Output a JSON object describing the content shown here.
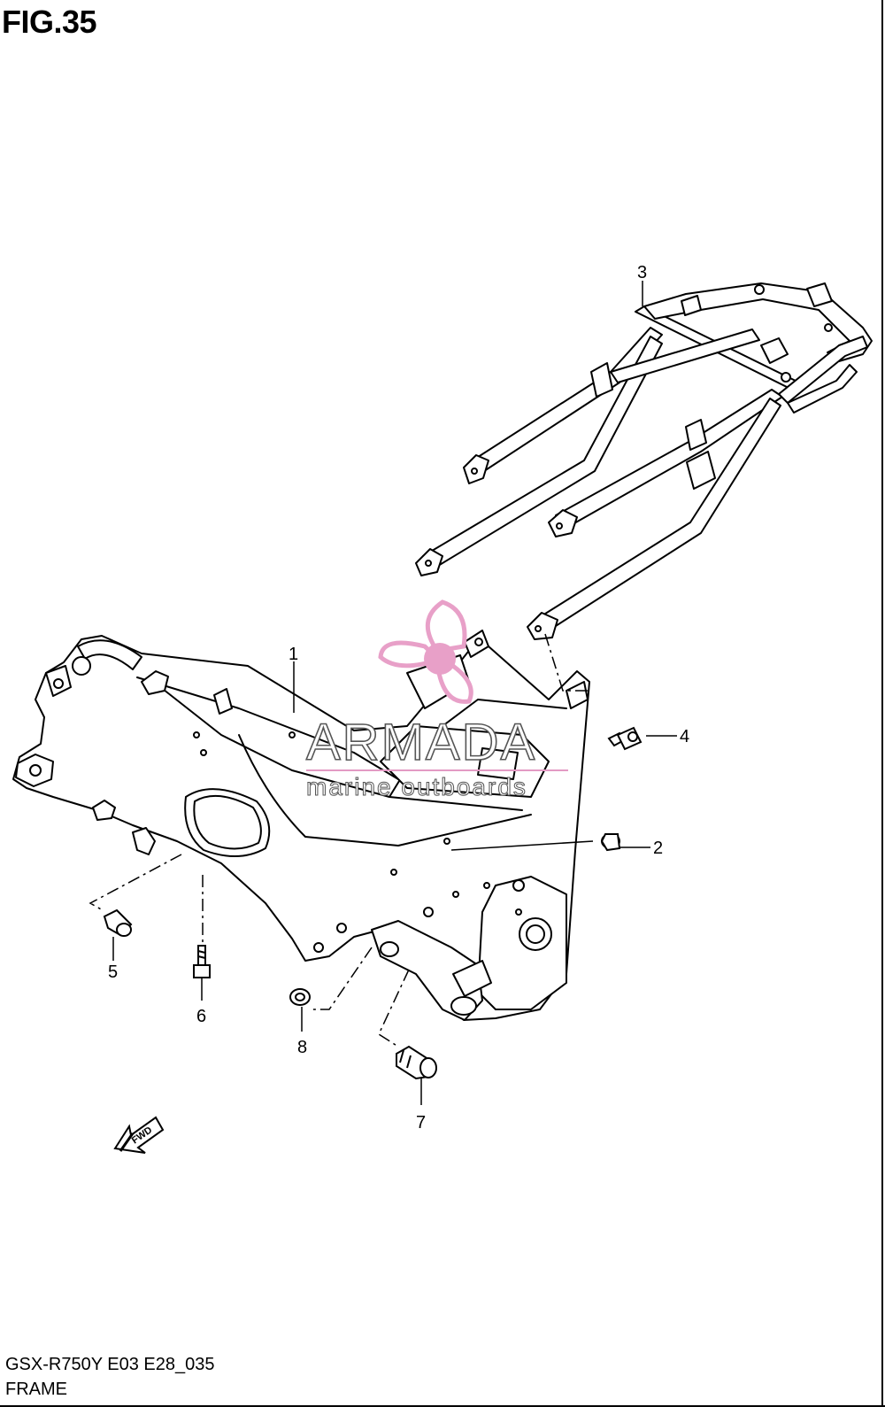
{
  "figure": {
    "title": "FIG.35",
    "model_code": "GSX-R750Y E03 E28_035",
    "section_name": "FRAME"
  },
  "callouts": [
    "1",
    "2",
    "3",
    "4",
    "5",
    "6",
    "7",
    "8"
  ],
  "watermark": {
    "brand": "ARMADA",
    "tagline": "marine outboards",
    "logo_color": "#e8a0c8",
    "line_color": "#e39ac4"
  },
  "direction_marker": {
    "label": "FWD"
  },
  "colors": {
    "line": "#000000",
    "background": "#ffffff"
  }
}
